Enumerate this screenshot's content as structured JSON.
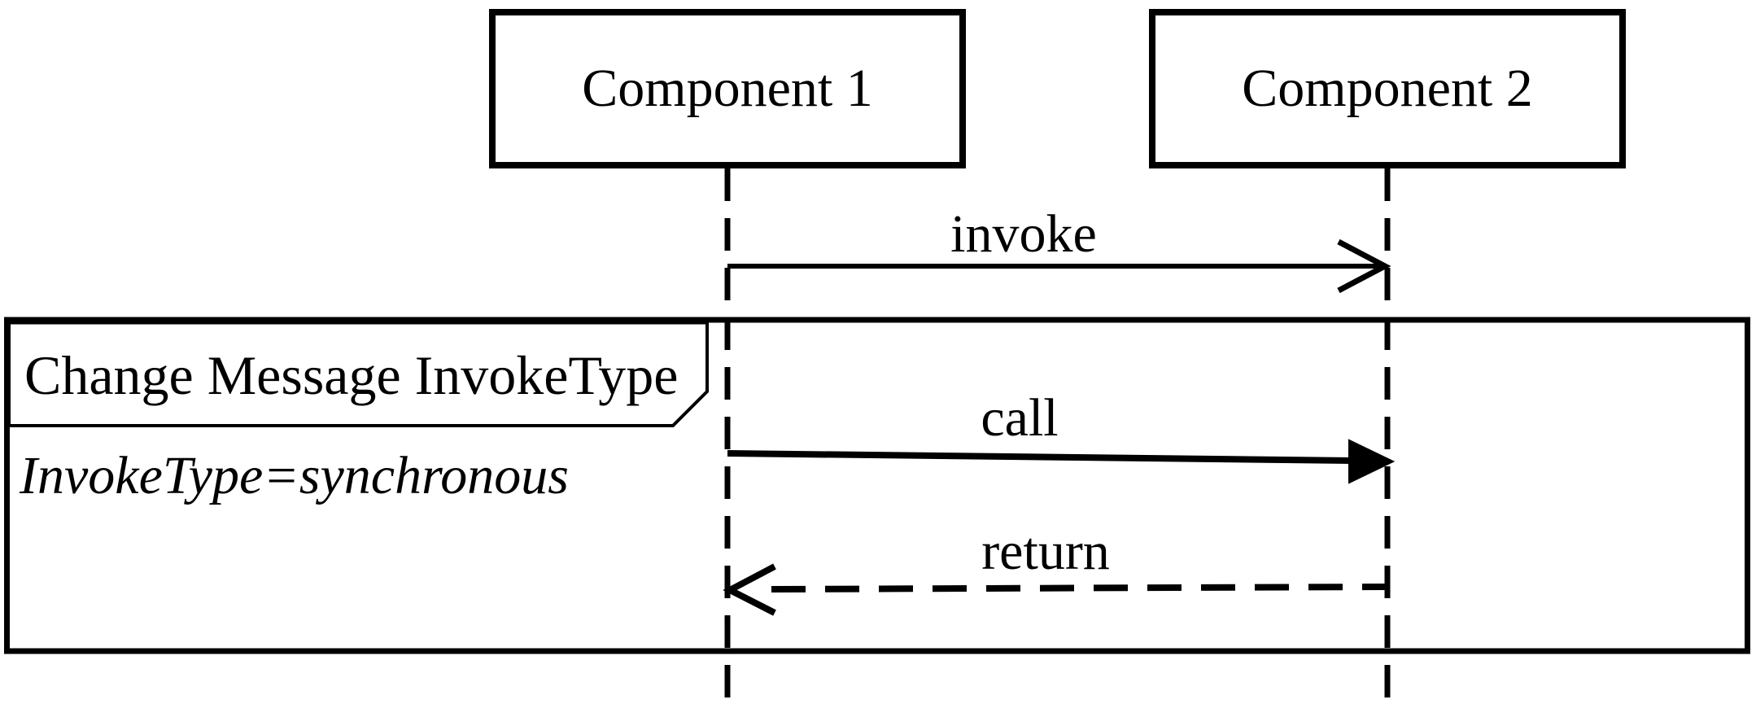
{
  "diagram": {
    "type": "uml-sequence-diagram",
    "colors": {
      "stroke": "#000000",
      "background": "#ffffff"
    },
    "participants": [
      {
        "label": "Component 1"
      },
      {
        "label": "Component 2"
      }
    ],
    "messages": [
      {
        "label": "invoke",
        "from": "Component 1",
        "to": "Component 2",
        "line": "solid",
        "head": "open"
      },
      {
        "label": "call",
        "from": "Component 1",
        "to": "Component 2",
        "line": "solid",
        "head": "filled"
      },
      {
        "label": "return",
        "from": "Component 2",
        "to": "Component 1",
        "line": "dashed",
        "head": "open"
      }
    ],
    "fragment": {
      "title": "Change Message InvokeType",
      "constraint": "InvokeType=synchronous"
    }
  }
}
